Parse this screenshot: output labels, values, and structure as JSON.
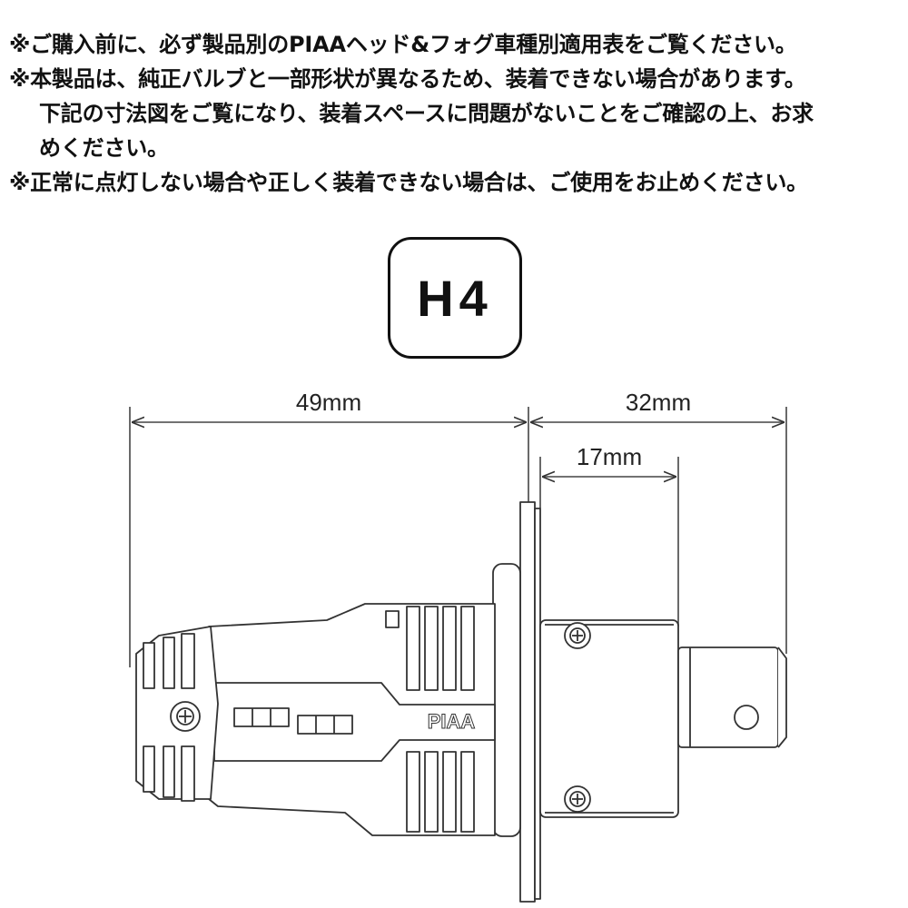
{
  "notes": [
    "※ご購入前に、必ず製品別のPIAAヘッド&フォグ車種別適用表をご覧ください。",
    "※本製品は、純正バルブと一部形状が異なるため、装着できない場合があります。",
    "下記の寸法図をご覧になり、装着スペースに問題がないことをご確認の上、お求",
    "めください。",
    "※正常に点灯しない場合や正しく装着できない場合は、ご使用をお止めください。"
  ],
  "badge": "H4",
  "dimensions": {
    "left": "49mm",
    "right": "32mm",
    "inner": "17mm"
  },
  "brand_mark": "PIAA"
}
